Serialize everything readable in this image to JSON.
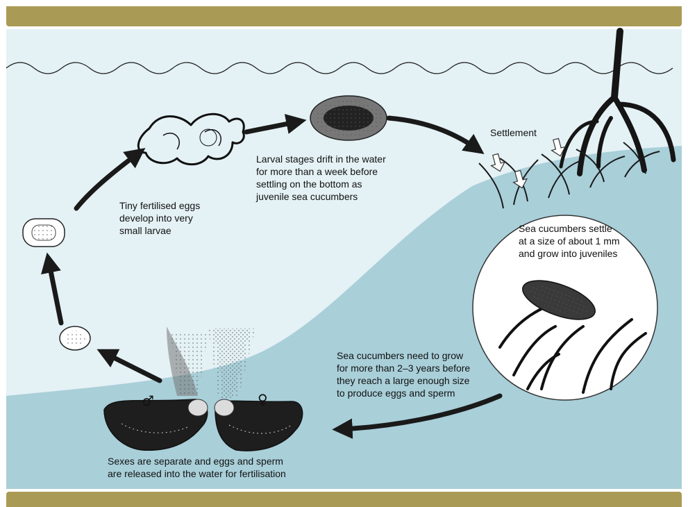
{
  "colors": {
    "band": "#A99B56",
    "water": "#E4F1F5",
    "seabed": "#A9CFD9",
    "line": "#1a1a1a"
  },
  "labels": {
    "settlement": "Settlement",
    "eggs_to_larvae": [
      "Tiny fertilised eggs",
      "develop into very",
      "small larvae"
    ],
    "larval_drift": [
      "Larval stages drift in the water",
      "for more than a week before",
      "settling on the bottom as",
      "juvenile sea cucumbers"
    ],
    "settle_size": [
      "Sea cucumbers settle",
      "at a size of about 1 mm",
      "and grow into juveniles"
    ],
    "grow_years": [
      "Sea cucumbers need to grow",
      "for more than 2–3 years before",
      "they reach a large enough size",
      "to produce eggs and sperm"
    ],
    "sexes": [
      "Sexes are separate and eggs and sperm",
      "are released into the water for fertilisation"
    ],
    "male_symbol": "♂",
    "female_symbol": "♀"
  }
}
